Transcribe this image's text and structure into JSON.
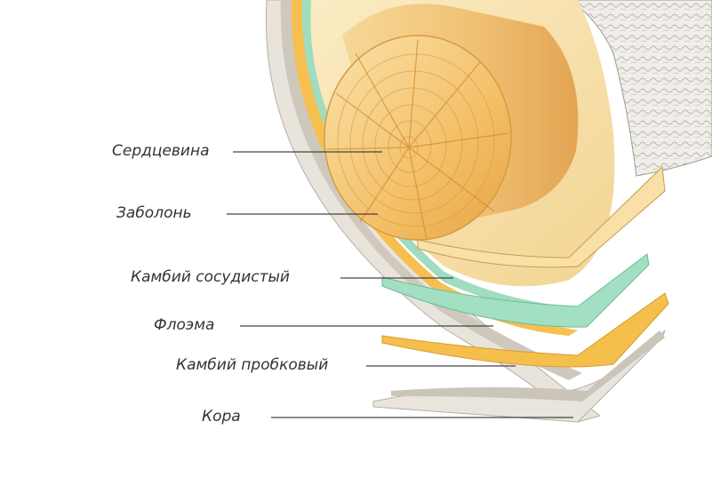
{
  "labels": {
    "pith": "Сердцевина",
    "sapwood": "Заболонь",
    "vascular_cambium": "Камбий сосудистый",
    "phloem": "Флоэма",
    "cork_cambium": "Камбий пробковый",
    "bark": "Кора"
  },
  "colors": {
    "bark": "#e8e4dc",
    "cork_cambium": "#c8c2b6",
    "phloem": "#f5c050",
    "vascular_cambium": "#9fdcc0",
    "wood": "#f4cf80",
    "heartwood": "#eeb24e",
    "leader_line": "#444444",
    "label_text": "#333333"
  }
}
